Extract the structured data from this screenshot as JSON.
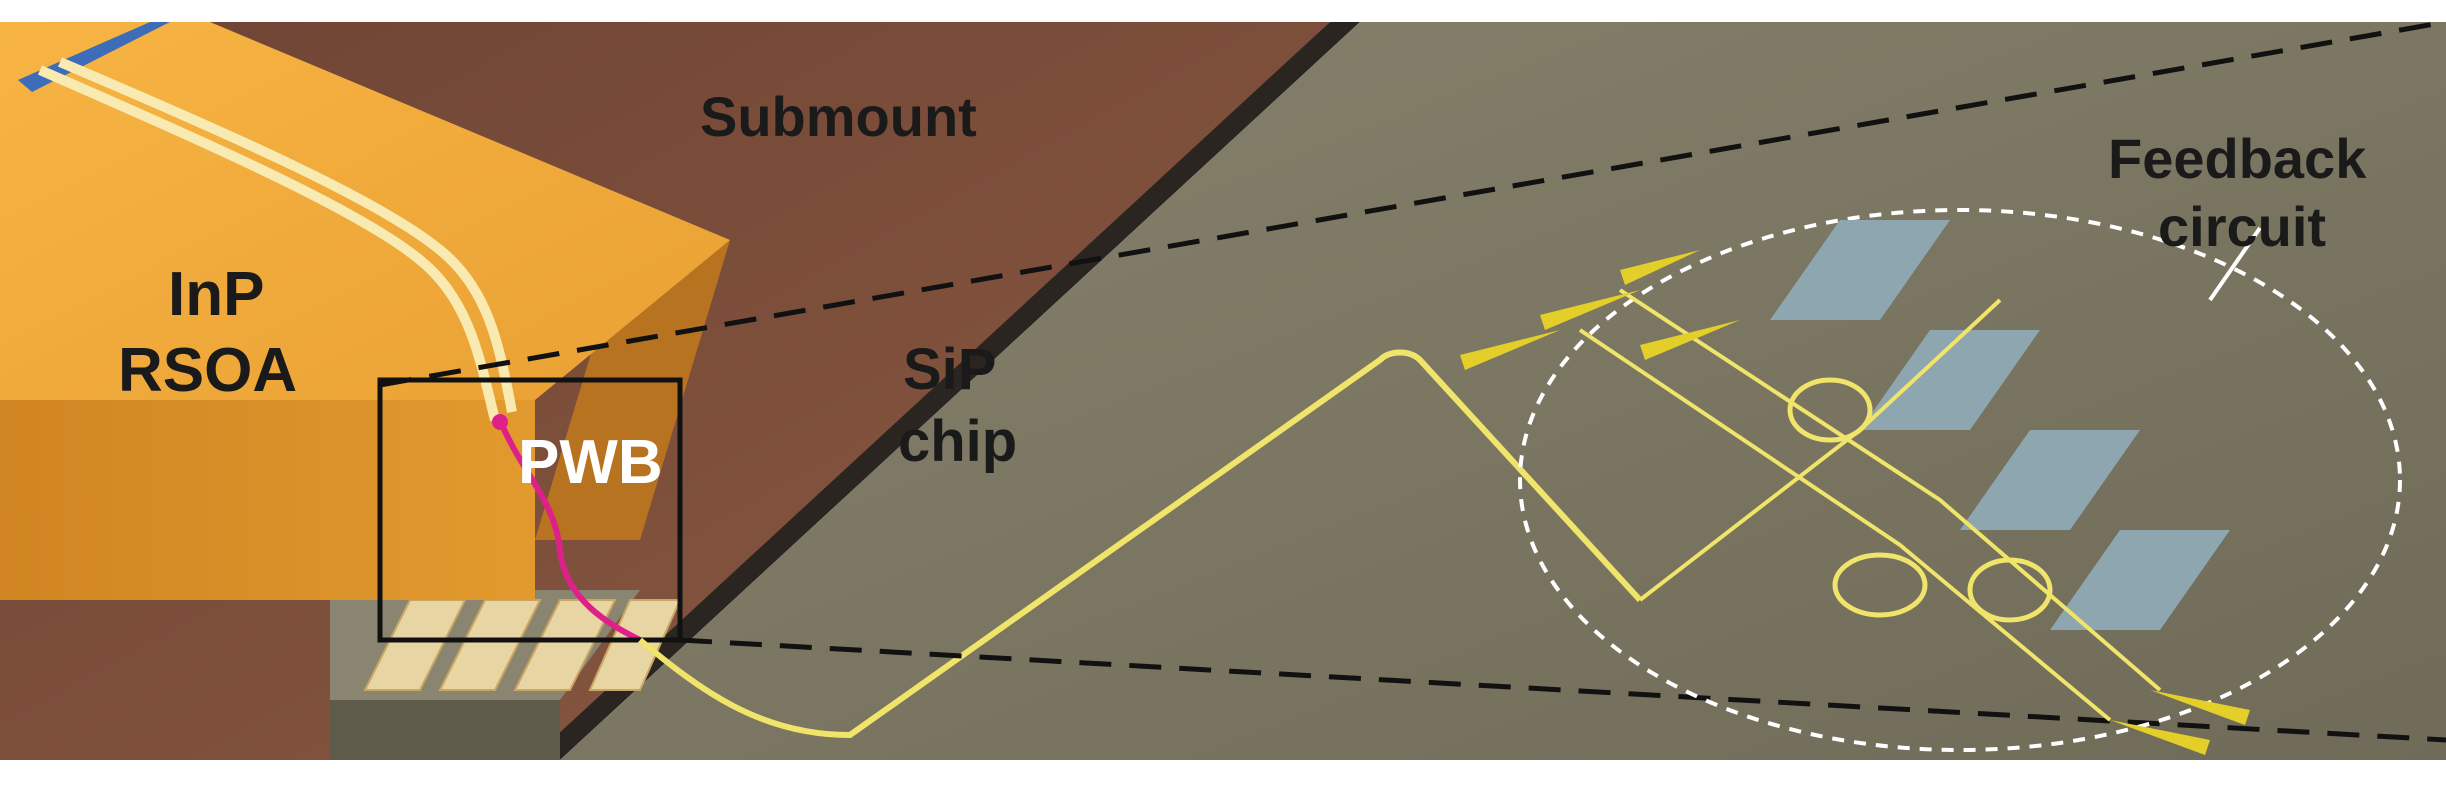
{
  "labels": {
    "submount": "Submount",
    "inp": "InP",
    "rsoa": "RSOA",
    "pwb": "PWB",
    "sip": "SiP",
    "chip": "chip",
    "feedback": "Feedback",
    "circuit": "circuit"
  },
  "colors": {
    "background": "#ffffff",
    "submount": "#7c4f3a",
    "sip_chip": "#7b7662",
    "inp_top": "#f3a93a",
    "inp_front": "#d88d25",
    "inp_side": "#b97520",
    "waveguide": "#f0e46a",
    "heater": "#e4cf2a",
    "pads": "#8ea6b0",
    "pwb": "#e0208a"
  }
}
